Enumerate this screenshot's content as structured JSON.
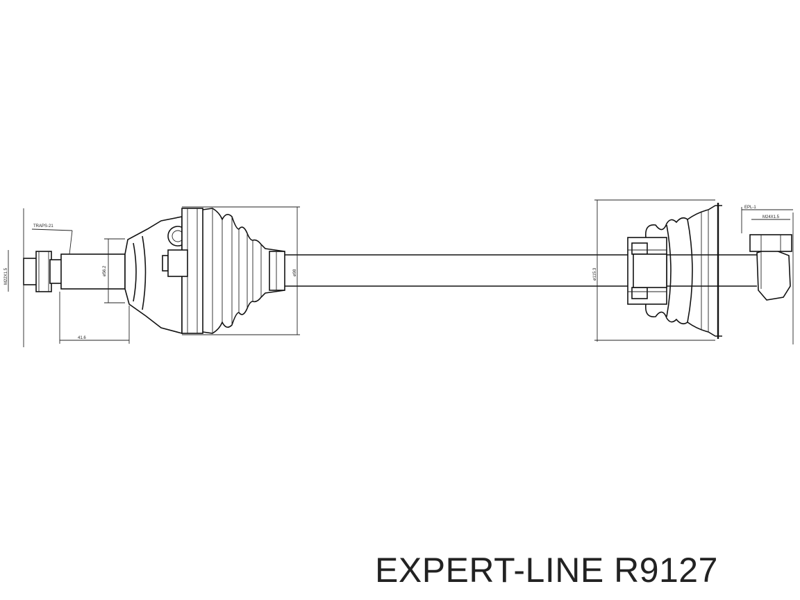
{
  "caption": "EXPERT-LINE R9127",
  "dimension_labels": {
    "spline_left": "TRAPS-21",
    "thread_left": "M22X1.5",
    "length_left": "41.6",
    "dia_inner_left": "ø56.2",
    "dia_outer_left": "ø98",
    "dia_right": "ø115.3",
    "spline_right_a": "EPL-1",
    "spline_right_b": "M24X1.5"
  },
  "colors": {
    "line": "#111111",
    "background": "#ffffff",
    "caption": "#222222"
  }
}
